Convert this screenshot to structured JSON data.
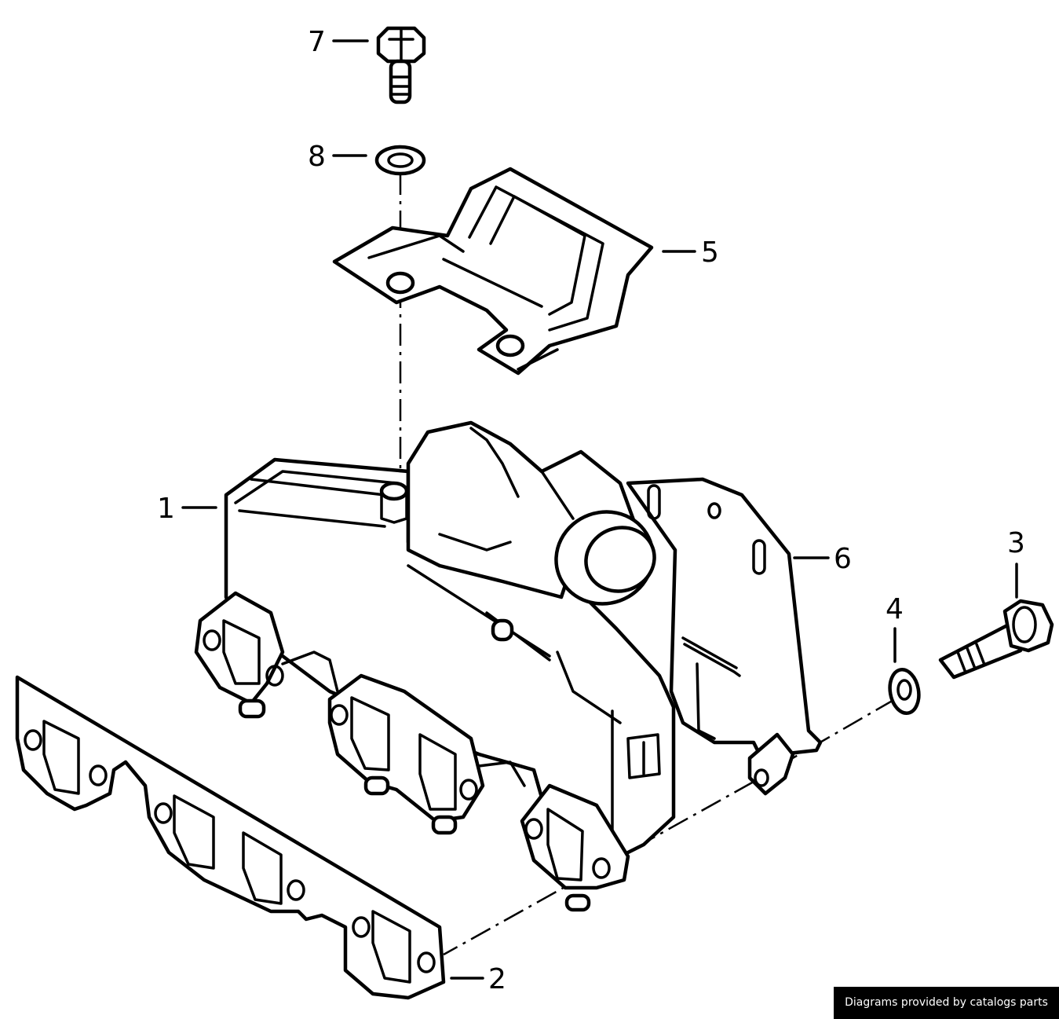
{
  "callouts": [
    {
      "id": "1",
      "label": "1"
    },
    {
      "id": "2",
      "label": "2"
    },
    {
      "id": "3",
      "label": "3"
    },
    {
      "id": "4",
      "label": "4"
    },
    {
      "id": "5",
      "label": "5"
    },
    {
      "id": "6",
      "label": "6"
    },
    {
      "id": "7",
      "label": "7"
    },
    {
      "id": "8",
      "label": "8"
    }
  ],
  "credit": "Diagrams provided by catalogs parts"
}
